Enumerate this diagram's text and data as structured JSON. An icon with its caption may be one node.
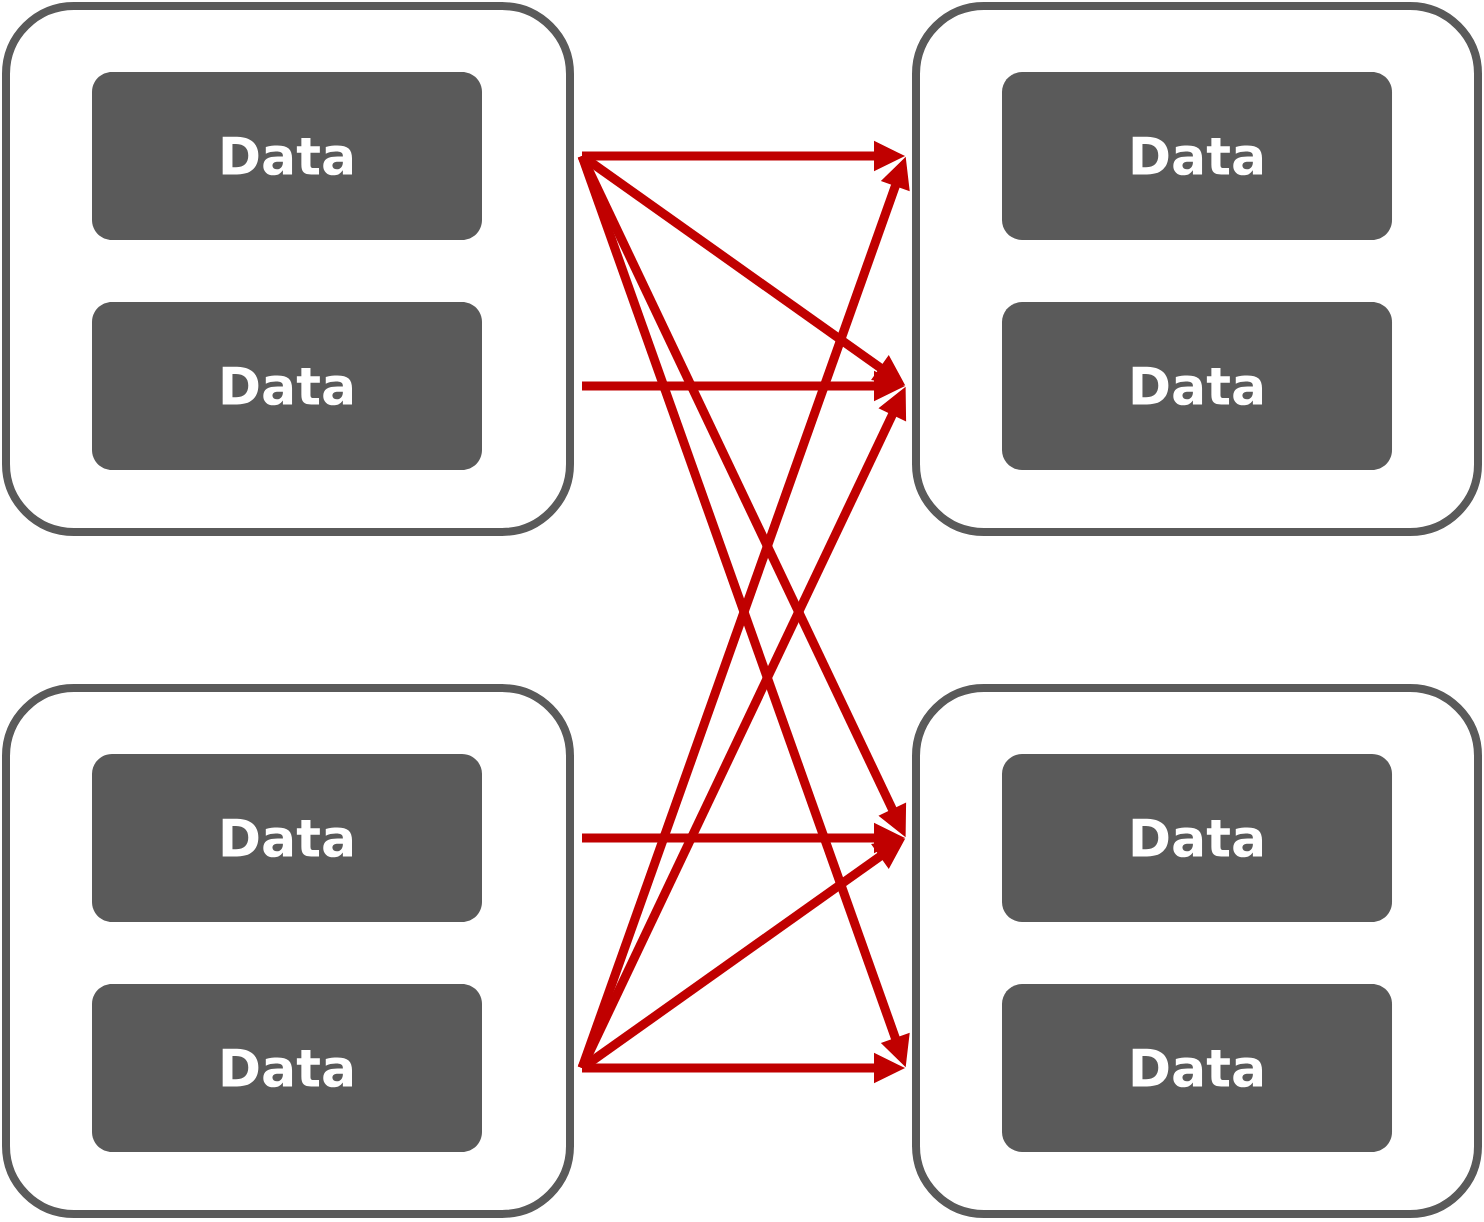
{
  "diagram": {
    "nodes": [
      {
        "text": [],
        "shape": "box"
      },
      {
        "text": [
          "Data"
        ],
        "in": 0
      },
      {
        "text": [
          "Data"
        ],
        "in": 0
      },
      {
        "text": [],
        "shape": "box"
      },
      {
        "text": [
          "Data"
        ],
        "in": 3
      },
      {
        "text": [
          "Data"
        ],
        "in": 3
      },
      {
        "text": [],
        "shape": "box"
      },
      {
        "text": [
          "Data"
        ],
        "in": 6
      },
      {
        "text": [
          "Data"
        ],
        "in": 6
      },
      {
        "text": [],
        "shape": "box"
      },
      {
        "text": [
          "Data"
        ],
        "in": 9
      },
      {
        "text": [
          "Data"
        ],
        "in": 9
      }
    ],
    "edges": [
      {
        "from": 0,
        "to": 6,
        "arrow": "to"
      },
      {
        "from": 0,
        "to": 6,
        "arrow": "to"
      },
      {
        "from": 0,
        "to": 9,
        "arrow": "to"
      },
      {
        "from": 0,
        "to": 9,
        "arrow": "to"
      },
      {
        "from": 0,
        "to": 6,
        "arrow": "to"
      },
      {
        "from": 3,
        "to": 9,
        "arrow": "to"
      },
      {
        "from": 3,
        "to": 9,
        "arrow": "to"
      },
      {
        "from": 3,
        "to": 9,
        "arrow": "to"
      },
      {
        "from": 3,
        "to": 6,
        "arrow": "to"
      },
      {
        "from": 3,
        "to": 6,
        "arrow": "to"
      }
    ]
  }
}
